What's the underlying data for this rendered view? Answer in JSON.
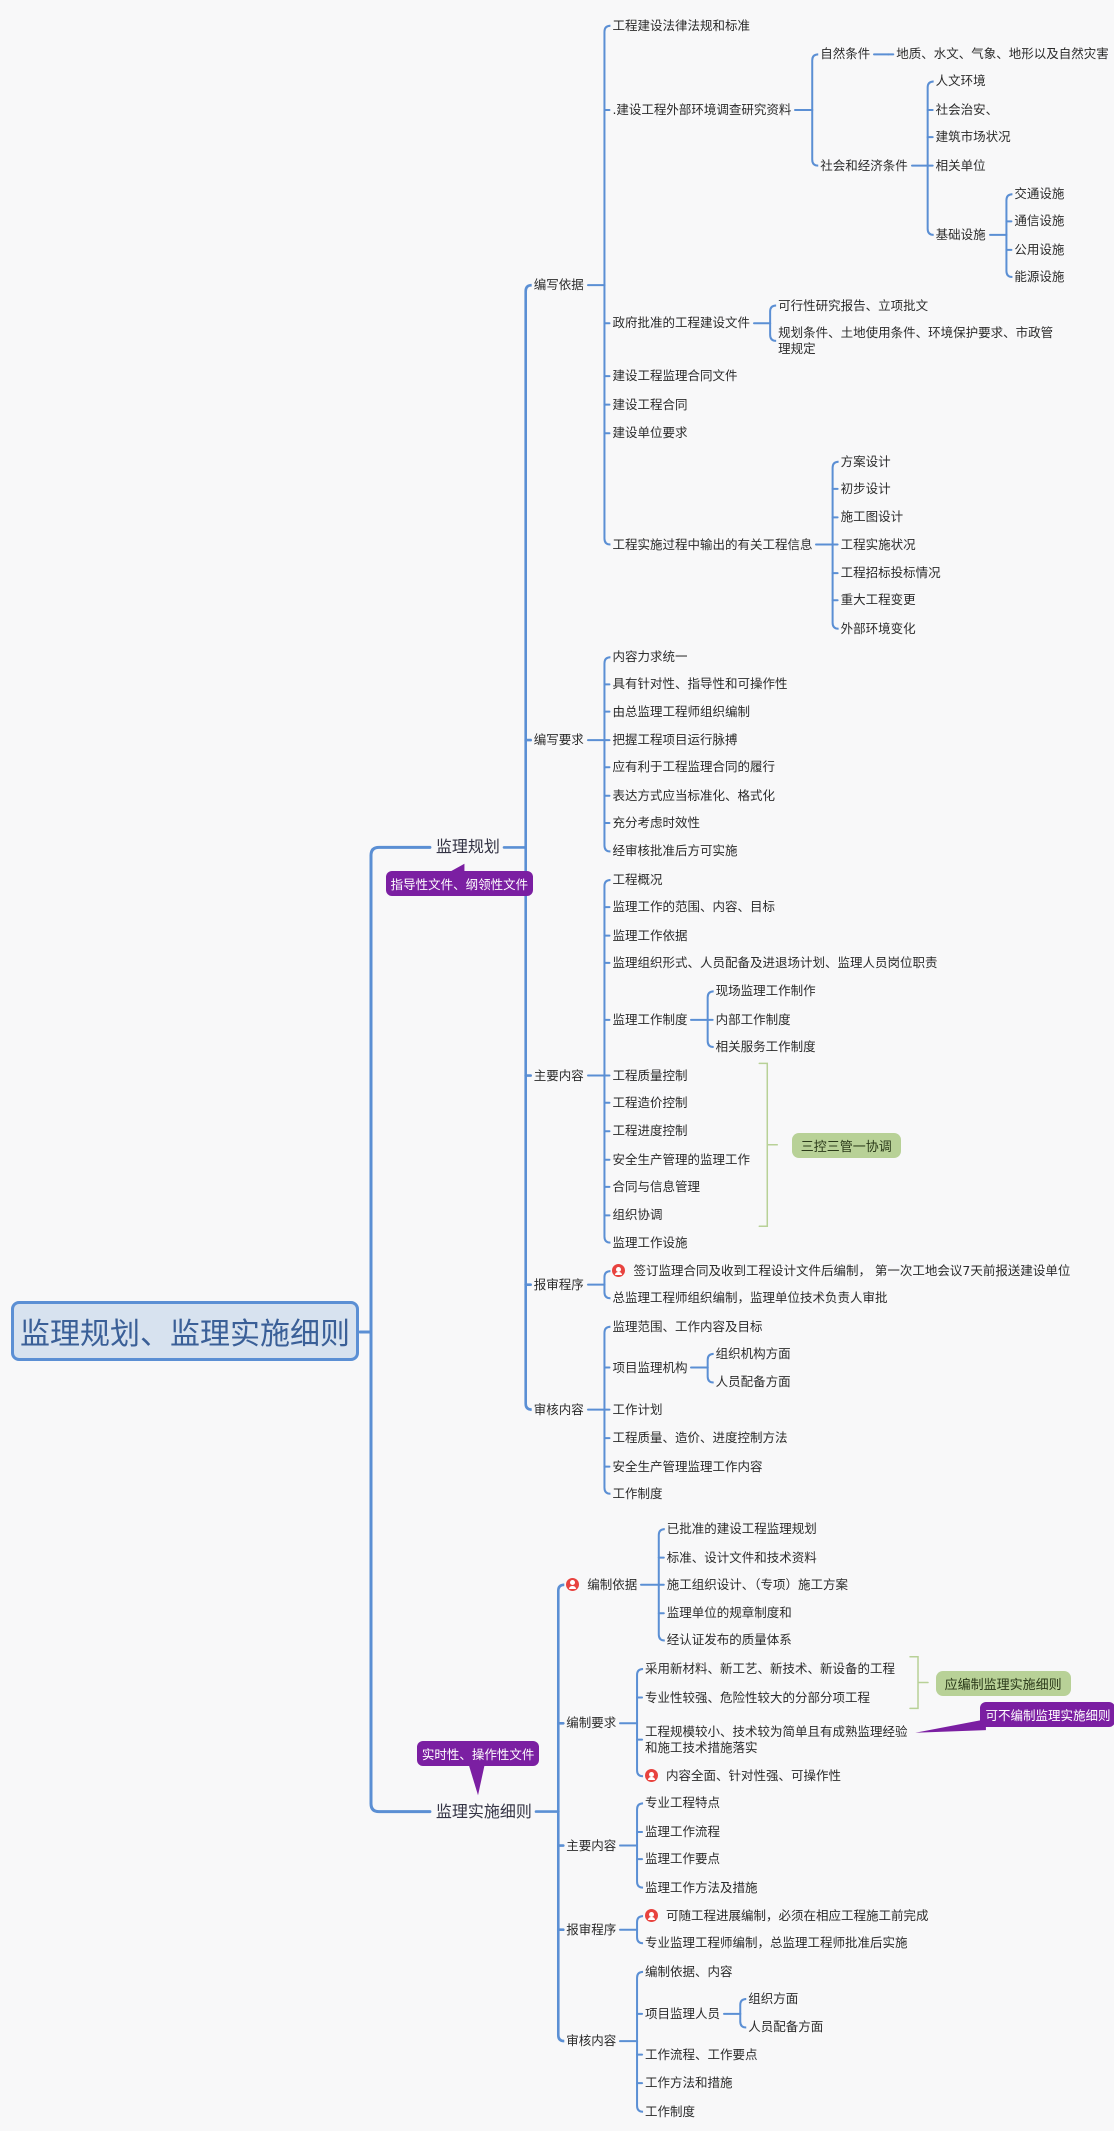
{
  "root": {
    "label": "监理规划、监理实施细则"
  },
  "branches": [
    {
      "label": "监理规划",
      "callout": "指导性文件、纲领性文件",
      "children": [
        {
          "label": "编写依据",
          "children": [
            {
              "label": "工程建设法律法规和标准"
            },
            {
              "label": ".建设工程外部环境调查研究资料",
              "children": [
                {
                  "label": "自然条件",
                  "children": [
                    {
                      "label": "地质、水文、气象、地形以及自然灾害"
                    }
                  ]
                },
                {
                  "label": "社会和经济条件",
                  "children": [
                    {
                      "label": "人文环境"
                    },
                    {
                      "label": "社会治安、"
                    },
                    {
                      "label": "建筑市场状况"
                    },
                    {
                      "label": "相关单位"
                    },
                    {
                      "label": "基础设施",
                      "children": [
                        {
                          "label": "交通设施"
                        },
                        {
                          "label": "通信设施"
                        },
                        {
                          "label": "公用设施"
                        },
                        {
                          "label": "能源设施"
                        }
                      ]
                    }
                  ]
                }
              ]
            },
            {
              "label": "政府批准的工程建设文件",
              "children": [
                {
                  "label": "可行性研究报告、立项批文"
                },
                {
                  "label": "规划条件、土地使用条件、环境保护要求、市政管理规定"
                }
              ]
            },
            {
              "label": "建设工程监理合同文件"
            },
            {
              "label": "建设工程合同"
            },
            {
              "label": "建设单位要求"
            },
            {
              "label": "工程实施过程中输出的有关工程信息",
              "children": [
                {
                  "label": "方案设计"
                },
                {
                  "label": "初步设计"
                },
                {
                  "label": "施工图设计"
                },
                {
                  "label": "工程实施状况"
                },
                {
                  "label": "工程招标投标情况"
                },
                {
                  "label": "重大工程变更"
                },
                {
                  "label": "外部环境变化"
                }
              ]
            }
          ]
        },
        {
          "label": "编写要求",
          "children": [
            {
              "label": "内容力求统一"
            },
            {
              "label": "具有针对性、指导性和可操作性"
            },
            {
              "label": "由总监理工程师组织编制"
            },
            {
              "label": "把握工程项目运行脉搏"
            },
            {
              "label": "应有利于工程监理合同的履行"
            },
            {
              "label": "表达方式应当标准化、格式化"
            },
            {
              "label": "充分考虑时效性"
            },
            {
              "label": "经审核批准后方可实施"
            }
          ]
        },
        {
          "label": "主要内容",
          "children": [
            {
              "label": "工程概况"
            },
            {
              "label": "监理工作的范围、内容、目标"
            },
            {
              "label": "监理工作依据"
            },
            {
              "label": "监理组织形式、人员配备及进退场计划、监理人员岗位职责"
            },
            {
              "label": "监理工作制度",
              "children": [
                {
                  "label": "现场监理工作制作"
                },
                {
                  "label": "内部工作制度"
                },
                {
                  "label": "相关服务工作制度"
                }
              ]
            },
            {
              "label": "工程质量控制"
            },
            {
              "label": "工程造价控制"
            },
            {
              "label": "工程进度控制"
            },
            {
              "label": "安全生产管理的监理工作"
            },
            {
              "label": "合同与信息管理"
            },
            {
              "label": "组织协调"
            },
            {
              "label": "监理工作设施"
            }
          ],
          "summary": "三控三管一协调"
        },
        {
          "label": "报审程序",
          "children": [
            {
              "label": "签订监理合同及收到工程设计文件后编制， 第一次工地会议7天前报送建设单位",
              "marker": "person-red"
            },
            {
              "label": "总监理工程师组织编制，监理单位技术负责人审批"
            }
          ]
        },
        {
          "label": "审核内容",
          "children": [
            {
              "label": "监理范围、工作内容及目标"
            },
            {
              "label": "项目监理机构",
              "children": [
                {
                  "label": "组织机构方面"
                },
                {
                  "label": "人员配备方面"
                }
              ]
            },
            {
              "label": "工作计划"
            },
            {
              "label": "工程质量、造价、进度控制方法"
            },
            {
              "label": "安全生产管理监理工作内容"
            },
            {
              "label": "工作制度"
            }
          ]
        }
      ]
    },
    {
      "label": "监理实施细则",
      "callout": "实时性、操作性文件",
      "children": [
        {
          "label": "编制依据",
          "marker": "person-red",
          "children": [
            {
              "label": "已批准的建设工程监理规划"
            },
            {
              "label": "标准、设计文件和技术资料"
            },
            {
              "label": "施工组织设计、（专项）施工方案"
            },
            {
              "label": "监理单位的规章制度和"
            },
            {
              "label": "经认证发布的质量体系"
            }
          ]
        },
        {
          "label": "编制要求",
          "children": [
            {
              "label": "采用新材料、新工艺、新技术、新设备的工程"
            },
            {
              "label": "专业性较强、危险性较大的分部分项工程"
            },
            {
              "label": "工程规模较小、技术较为简单且有成熟监理经验和施工技术措施落实",
              "callout": "可不编制监理实施细则"
            },
            {
              "label": "内容全面、针对性强、可操作性",
              "marker": "person-red"
            }
          ],
          "summary": "应编制监理实施细则"
        },
        {
          "label": "主要内容",
          "children": [
            {
              "label": "专业工程特点"
            },
            {
              "label": "监理工作流程"
            },
            {
              "label": "监理工作要点"
            },
            {
              "label": "监理工作方法及措施"
            }
          ]
        },
        {
          "label": "报审程序",
          "children": [
            {
              "label": "可随工程进展编制，必须在相应工程施工前完成",
              "marker": "person-red"
            },
            {
              "label": "专业监理工程师编制，总监理工程师批准后实施"
            }
          ]
        },
        {
          "label": "审核内容",
          "children": [
            {
              "label": "编制依据、内容"
            },
            {
              "label": "项目监理人员",
              "children": [
                {
                  "label": "组织方面"
                },
                {
                  "label": "人员配备方面"
                }
              ]
            },
            {
              "label": "工作流程、工作要点"
            },
            {
              "label": "工作方法和措施"
            },
            {
              "label": "工作制度"
            }
          ]
        }
      ]
    }
  ],
  "colors": {
    "line": "#5b8fd4",
    "summary_bracket": "#b8d197",
    "callout": "#7b1fa2",
    "marker": "#e8433f",
    "root_fill": "#d7e2ef"
  }
}
